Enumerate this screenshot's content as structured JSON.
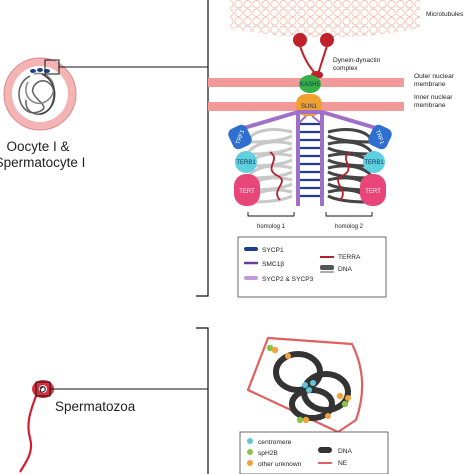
{
  "cell_labels": {
    "meiocyte": "Oocyte I & Spermatocyte I",
    "meiocyte_line1": "Oocyte I &",
    "meiocyte_line2": "Spermatocyte I",
    "sperm": "Spermatozoa"
  },
  "structures": {
    "microtubules": "Microtubules",
    "dynein_line1": "Dynein-dynactin",
    "dynein_line2": "complex",
    "outer_line1": "Outer nuclear",
    "outer_line2": "membrane",
    "inner_line1": "Inner nuclear",
    "inner_line2": "membrane"
  },
  "proteins": {
    "kash": "KASH5",
    "sun": "SUN1",
    "trf_left": "TRF1",
    "trf_right": "TRF1",
    "terb_left": "TERB1",
    "terb_right": "TERB1",
    "tert_left": "TERT",
    "tert_right": "TERT"
  },
  "homologs": {
    "h1": "homolog 1",
    "h2": "homolog 2"
  },
  "legend_meiosis": [
    {
      "label": "SYCP1",
      "color": "#1f3f8f"
    },
    {
      "label": "TERRA",
      "color": "#b3202a"
    },
    {
      "label": "SMC1β",
      "color": "#6a3d9a"
    },
    {
      "label": "DNA",
      "color": "#555555"
    },
    {
      "label": "SYCP2 & SYCP3",
      "color": "#c39ad8"
    }
  ],
  "legend_sperm": [
    {
      "label": "centromere",
      "color": "#5ec8d8"
    },
    {
      "label": "DNA",
      "color": "#333333"
    },
    {
      "label": "spH2B",
      "color": "#8bc34a"
    },
    {
      "label": "NE",
      "color": "#e06060"
    },
    {
      "label": "other unknown",
      "color": "#f2a23a"
    }
  ],
  "colors": {
    "nuclear_membrane": "#f29a9a",
    "microtubule_outline": "#f4b8a8",
    "sycp1": "#1f3f8f",
    "terra": "#b3202a",
    "axis": "#a070c8",
    "tert": "#e8457a",
    "terb": "#5fd0e0",
    "trf": "#2f6fd0",
    "sun": "#f0a030",
    "kash": "#38b048",
    "dynein": "#c0202a"
  }
}
